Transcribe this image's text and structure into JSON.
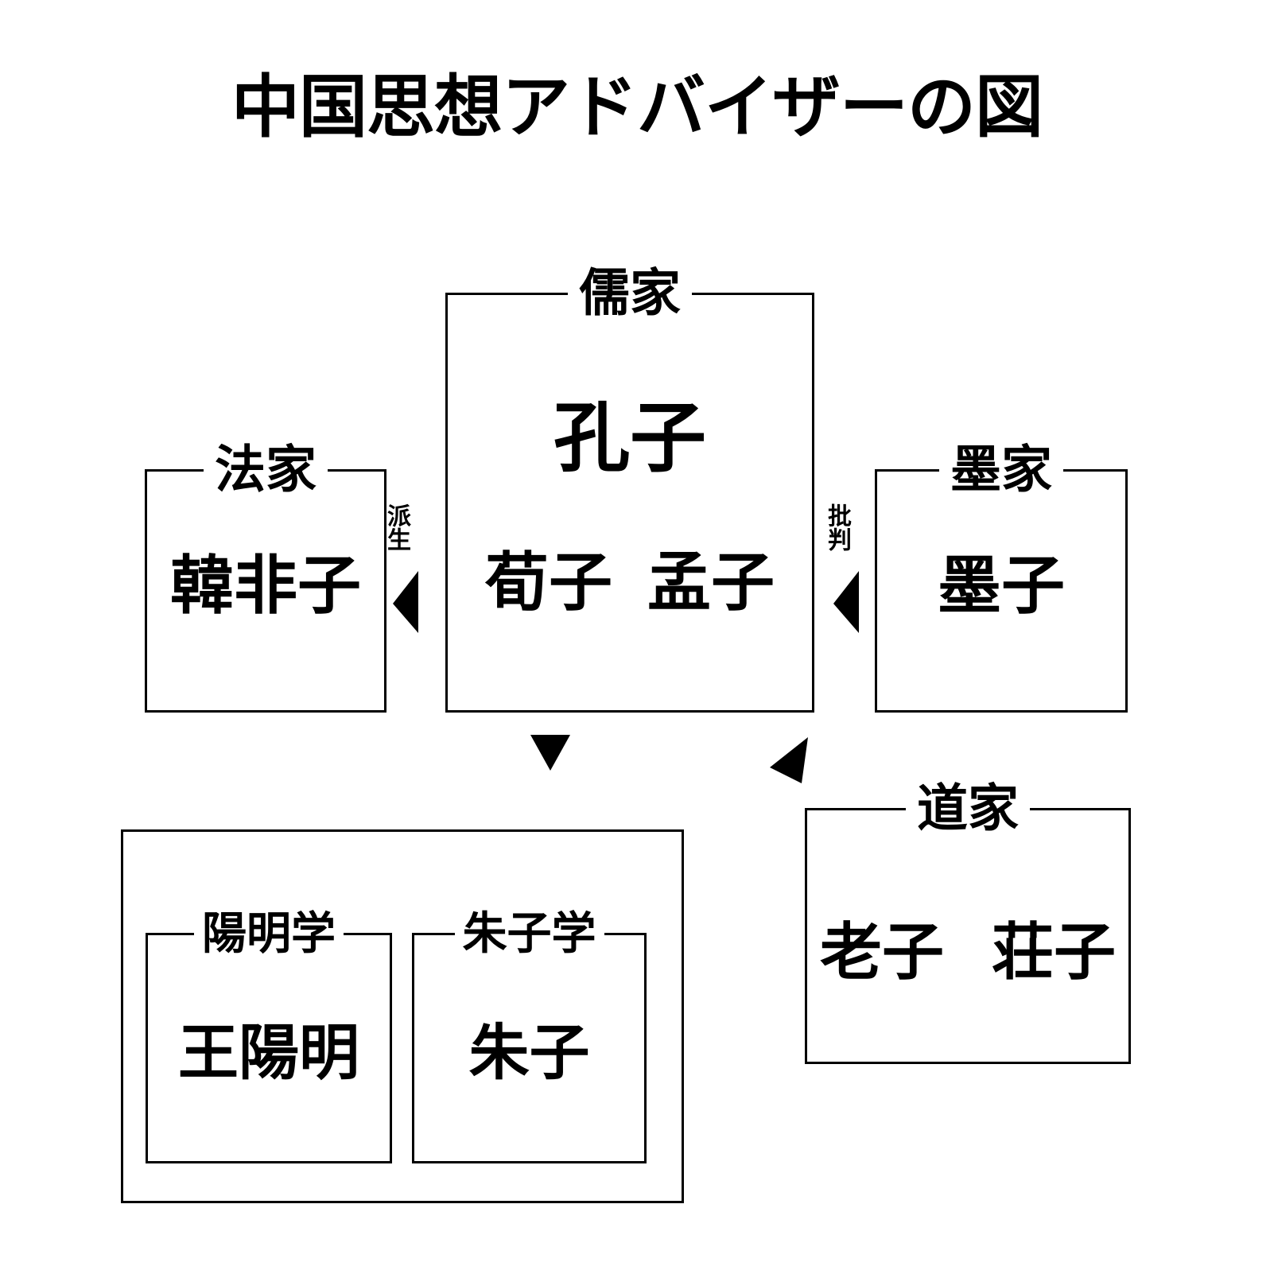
{
  "title": "中国思想アドバイザーの図",
  "colors": {
    "stroke": "#000000",
    "background": "#ffffff",
    "text": "#000000"
  },
  "groups": {
    "confucianism": {
      "label": "儒家",
      "primary_member": "孔子",
      "members": [
        "荀子",
        "孟子"
      ]
    },
    "legalism": {
      "label": "法家",
      "members": [
        "韓非子"
      ]
    },
    "mohism": {
      "label": "墨家",
      "members": [
        "墨子"
      ]
    },
    "daoism": {
      "label": "道家",
      "members": [
        "老子",
        "荘子"
      ]
    },
    "neo_confucianism": {
      "label": "",
      "subgroups": {
        "yomeigaku": {
          "label": "陽明学",
          "members": [
            "王陽明"
          ]
        },
        "shushigaku": {
          "label": "朱子学",
          "members": [
            "朱子"
          ]
        }
      }
    }
  },
  "edges": [
    {
      "id": "confucianism-to-legalism",
      "label": "派生",
      "from": "儒家",
      "to": "法家",
      "arrow": "left-triangle"
    },
    {
      "id": "mohism-to-confucianism",
      "label": "批判",
      "from": "墨家",
      "to": "儒家",
      "arrow": "left-triangle"
    },
    {
      "id": "confucianism-to-neo",
      "label": "",
      "from": "儒家",
      "to": "朱子学・陽明学",
      "arrow": "down-triangle"
    },
    {
      "id": "daoism-to-neo",
      "label": "",
      "from": "道家",
      "to": "朱子学",
      "arrow": "diagonal-left-triangle"
    }
  ]
}
